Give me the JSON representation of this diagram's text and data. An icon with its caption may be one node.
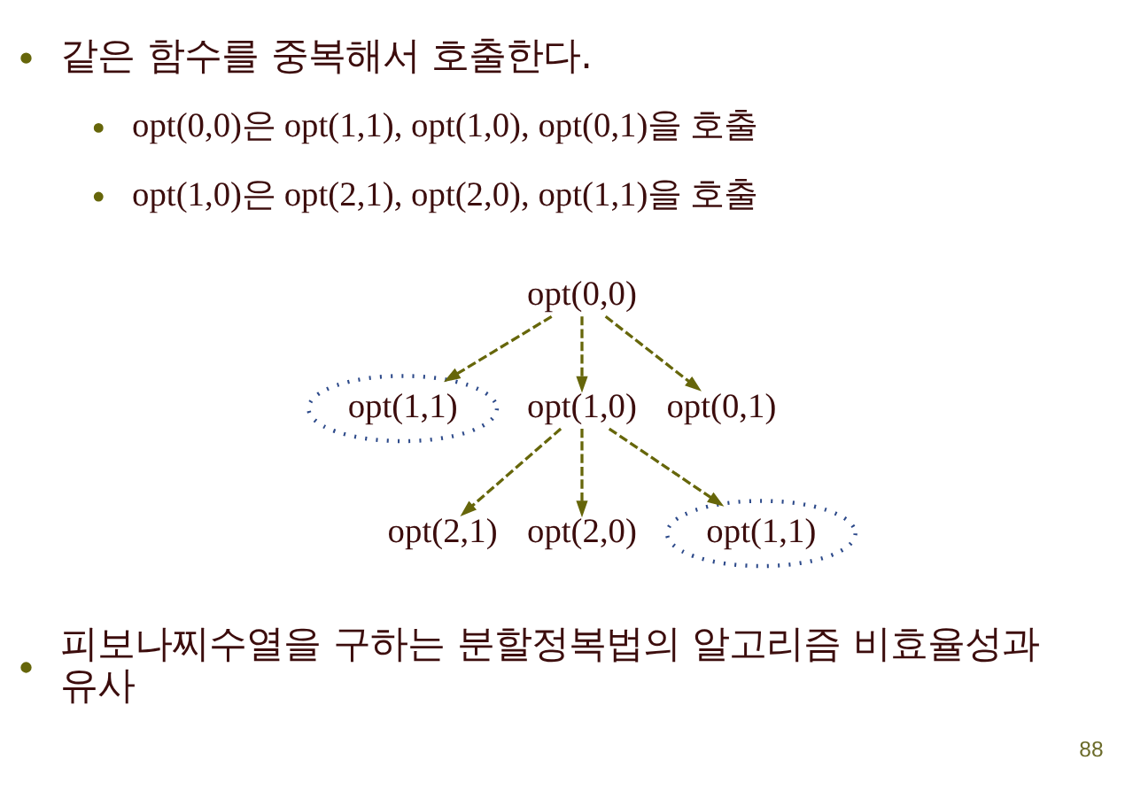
{
  "diagram": {
    "nodes": [
      {
        "text": [
          "opt(0,0)"
        ]
      },
      {
        "text": [
          "opt(1,1)"
        ]
      },
      {
        "text": [
          "opt(1,0)"
        ]
      },
      {
        "text": [
          "opt(0,1)"
        ]
      },
      {
        "text": [
          "opt(2,1)"
        ]
      },
      {
        "text": [
          "opt(2,0)"
        ]
      },
      {
        "text": [
          "opt(1,1)"
        ]
      }
    ],
    "edges": [
      {
        "from": 0,
        "to": 1,
        "arrow": "to",
        "style": "dashed"
      },
      {
        "from": 0,
        "to": 2,
        "arrow": "to",
        "style": "dashed"
      },
      {
        "from": 0,
        "to": 3,
        "arrow": "to",
        "style": "dashed"
      },
      {
        "from": 2,
        "to": 4,
        "arrow": "to",
        "style": "dashed"
      },
      {
        "from": 2,
        "to": 5,
        "arrow": "to",
        "style": "dashed"
      },
      {
        "from": 2,
        "to": 6,
        "arrow": "to",
        "style": "dashed"
      }
    ],
    "labels": [
      "같은 함수를 중복해서 호출한다.",
      "opt(0,0)은 opt(1,1), opt(1,0), opt(0,1)을 호출",
      "opt(1,0)은 opt(2,1), opt(2,0), opt(1,1)을 호출",
      "피보나찌수열을 구하는 분할정복법의 알고리즘 비효율성과 유사",
      "88"
    ]
  }
}
